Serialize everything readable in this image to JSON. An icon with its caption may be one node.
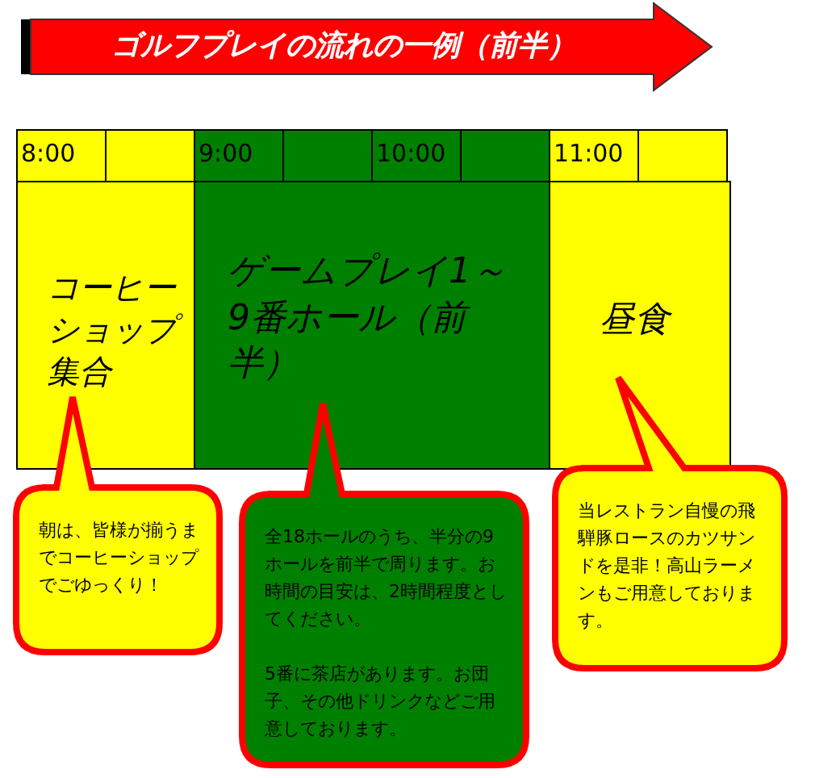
{
  "diagram": {
    "nodes": [
      {
        "text": [
          "ゴルフプレイの流れの一例（前半）"
        ]
      },
      {
        "text": [
          "コーヒーショップ集合"
        ]
      },
      {
        "text": [
          "ゲームプレイ1～9番ホール（前半）"
        ]
      },
      {
        "text": [
          "昼食"
        ]
      },
      {
        "text": [
          "朝は、皆様が揃うまでコーヒーショップでごゆっくり！"
        ]
      },
      {
        "text": [
          "全18ホールのうち、半分の9ホールを前半で周ります。お時間の目安は、2時間程度としてください。",
          "5番に茶店があります。お団子、その他ドリンクなどご用意しております。"
        ]
      },
      {
        "text": [
          "当レストラン自慢の飛騨豚ロースのカツサンドを是非！高山ラーメンもご用意しております。"
        ]
      }
    ],
    "labels": [
      "8:00",
      "9:00",
      "10:00",
      "11:00"
    ]
  }
}
